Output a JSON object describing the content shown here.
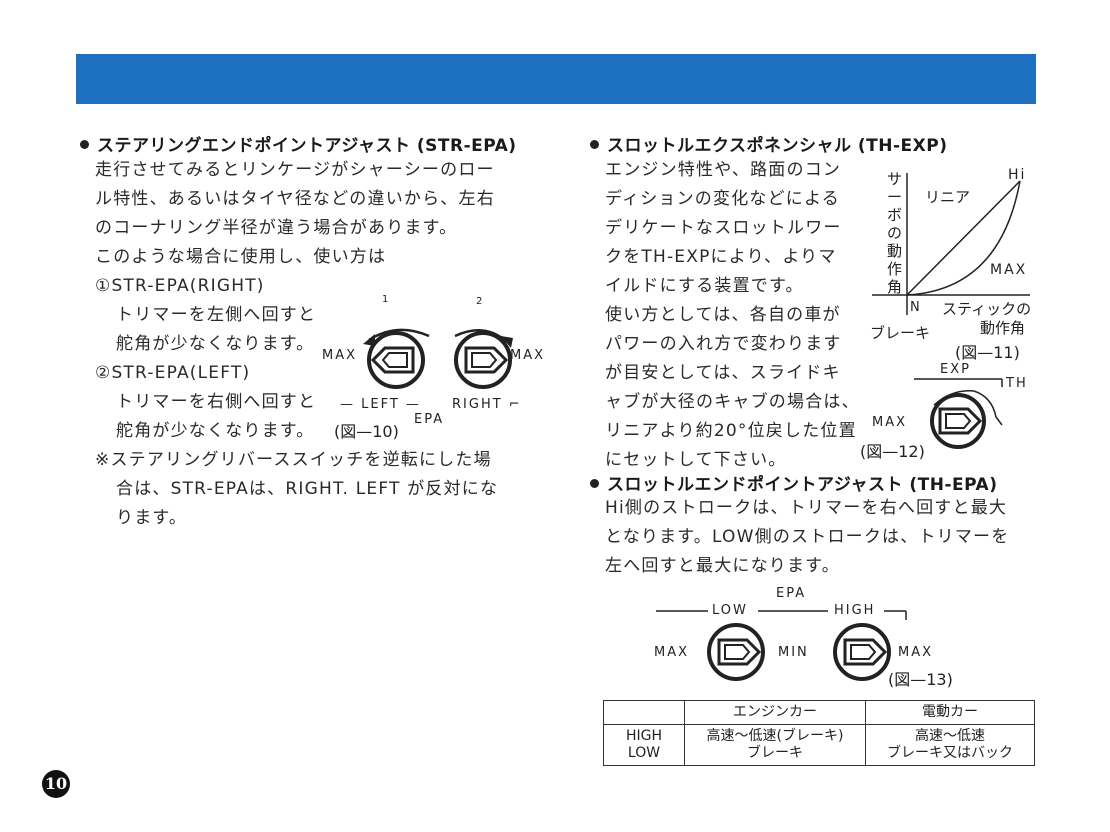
{
  "left": {
    "heading": "ステアリングエンドポイントアジャスト (STR-EPA)",
    "lines": [
      "走行させてみるとリンケージがシャーシーのロー",
      "ル特性、あるいはタイヤ径などの違いから、左右",
      "のコーナリング半径が違う場合があります。",
      "このような場合に使用し、使い方は"
    ],
    "item1": {
      "title": "①STR-EPA(RIGHT)",
      "line1": "トリマーを左側へ回すと",
      "line2": "舵角が少なくなります。"
    },
    "item2": {
      "title": "②STR-EPA(LEFT)",
      "line1": "トリマーを右側へ回すと",
      "line2": "舵角が少なくなります。"
    },
    "note": {
      "line1": "※ステアリングリバーススイッチを逆転にした場",
      "line2": "合は、STR-EPAは、RIGHT. LEFT が反対にな",
      "line3": "ります。"
    },
    "fig10": {
      "num1": "1",
      "num2": "2",
      "max_left": "MAX",
      "max_right": "MAX",
      "left_label": "— LEFT —",
      "right_label": "RIGHT ⌐",
      "epa": "EPA",
      "caption": "(図—10)"
    }
  },
  "right": {
    "exp_heading": "スロットルエクスポネンシャル (TH-EXP)",
    "exp_lines": [
      "エンジン特性や、路面のコン",
      "ディションの変化などによる",
      "デリケートなスロットルワー",
      "クをTH-EXPにより、よりマ",
      "イルドにする装置です。",
      "使い方としては、各自の車が",
      "パワーの入れ方で変わります",
      "が目安としては、スライドキ",
      "ャブが大径のキャブの場合は、",
      "リニアより約20°位戻した位置",
      "にセットして下さい。"
    ],
    "fig11": {
      "y_label": [
        "サ",
        "ー",
        "ボ",
        "の",
        "動",
        "作",
        "角"
      ],
      "hi": "Hi",
      "linear": "リニア",
      "max": "MAX",
      "n": "N",
      "stick1": "スティックの",
      "stick2": "動作角",
      "brake": "ブレーキ",
      "caption": "(図—11)"
    },
    "fig12": {
      "exp": "EXP",
      "th": "TH",
      "max": "MAX",
      "caption": "(図—12)"
    },
    "epa_heading": "スロットルエンドポイントアジャスト (TH-EPA)",
    "epa_lines": [
      "Hi側のストロークは、トリマーを右へ回すと最大",
      "となります。LOW側のストロークは、トリマーを",
      "左へ回すと最大になります。"
    ],
    "fig13": {
      "epa": "EPA",
      "low": "LOW",
      "high": "HIGH",
      "max_left": "MAX",
      "min": "MIN",
      "max_right": "MAX",
      "caption": "(図—13)"
    },
    "table": {
      "headers": [
        "",
        "エンジンカー",
        "電動カー"
      ],
      "row_labels": [
        "HIGH",
        "LOW"
      ],
      "engine": [
        "高速〜低速(ブレーキ)",
        "ブレーキ"
      ],
      "electric": [
        "高速〜低速",
        "ブレーキ又はバック"
      ]
    }
  },
  "page_number": "10"
}
